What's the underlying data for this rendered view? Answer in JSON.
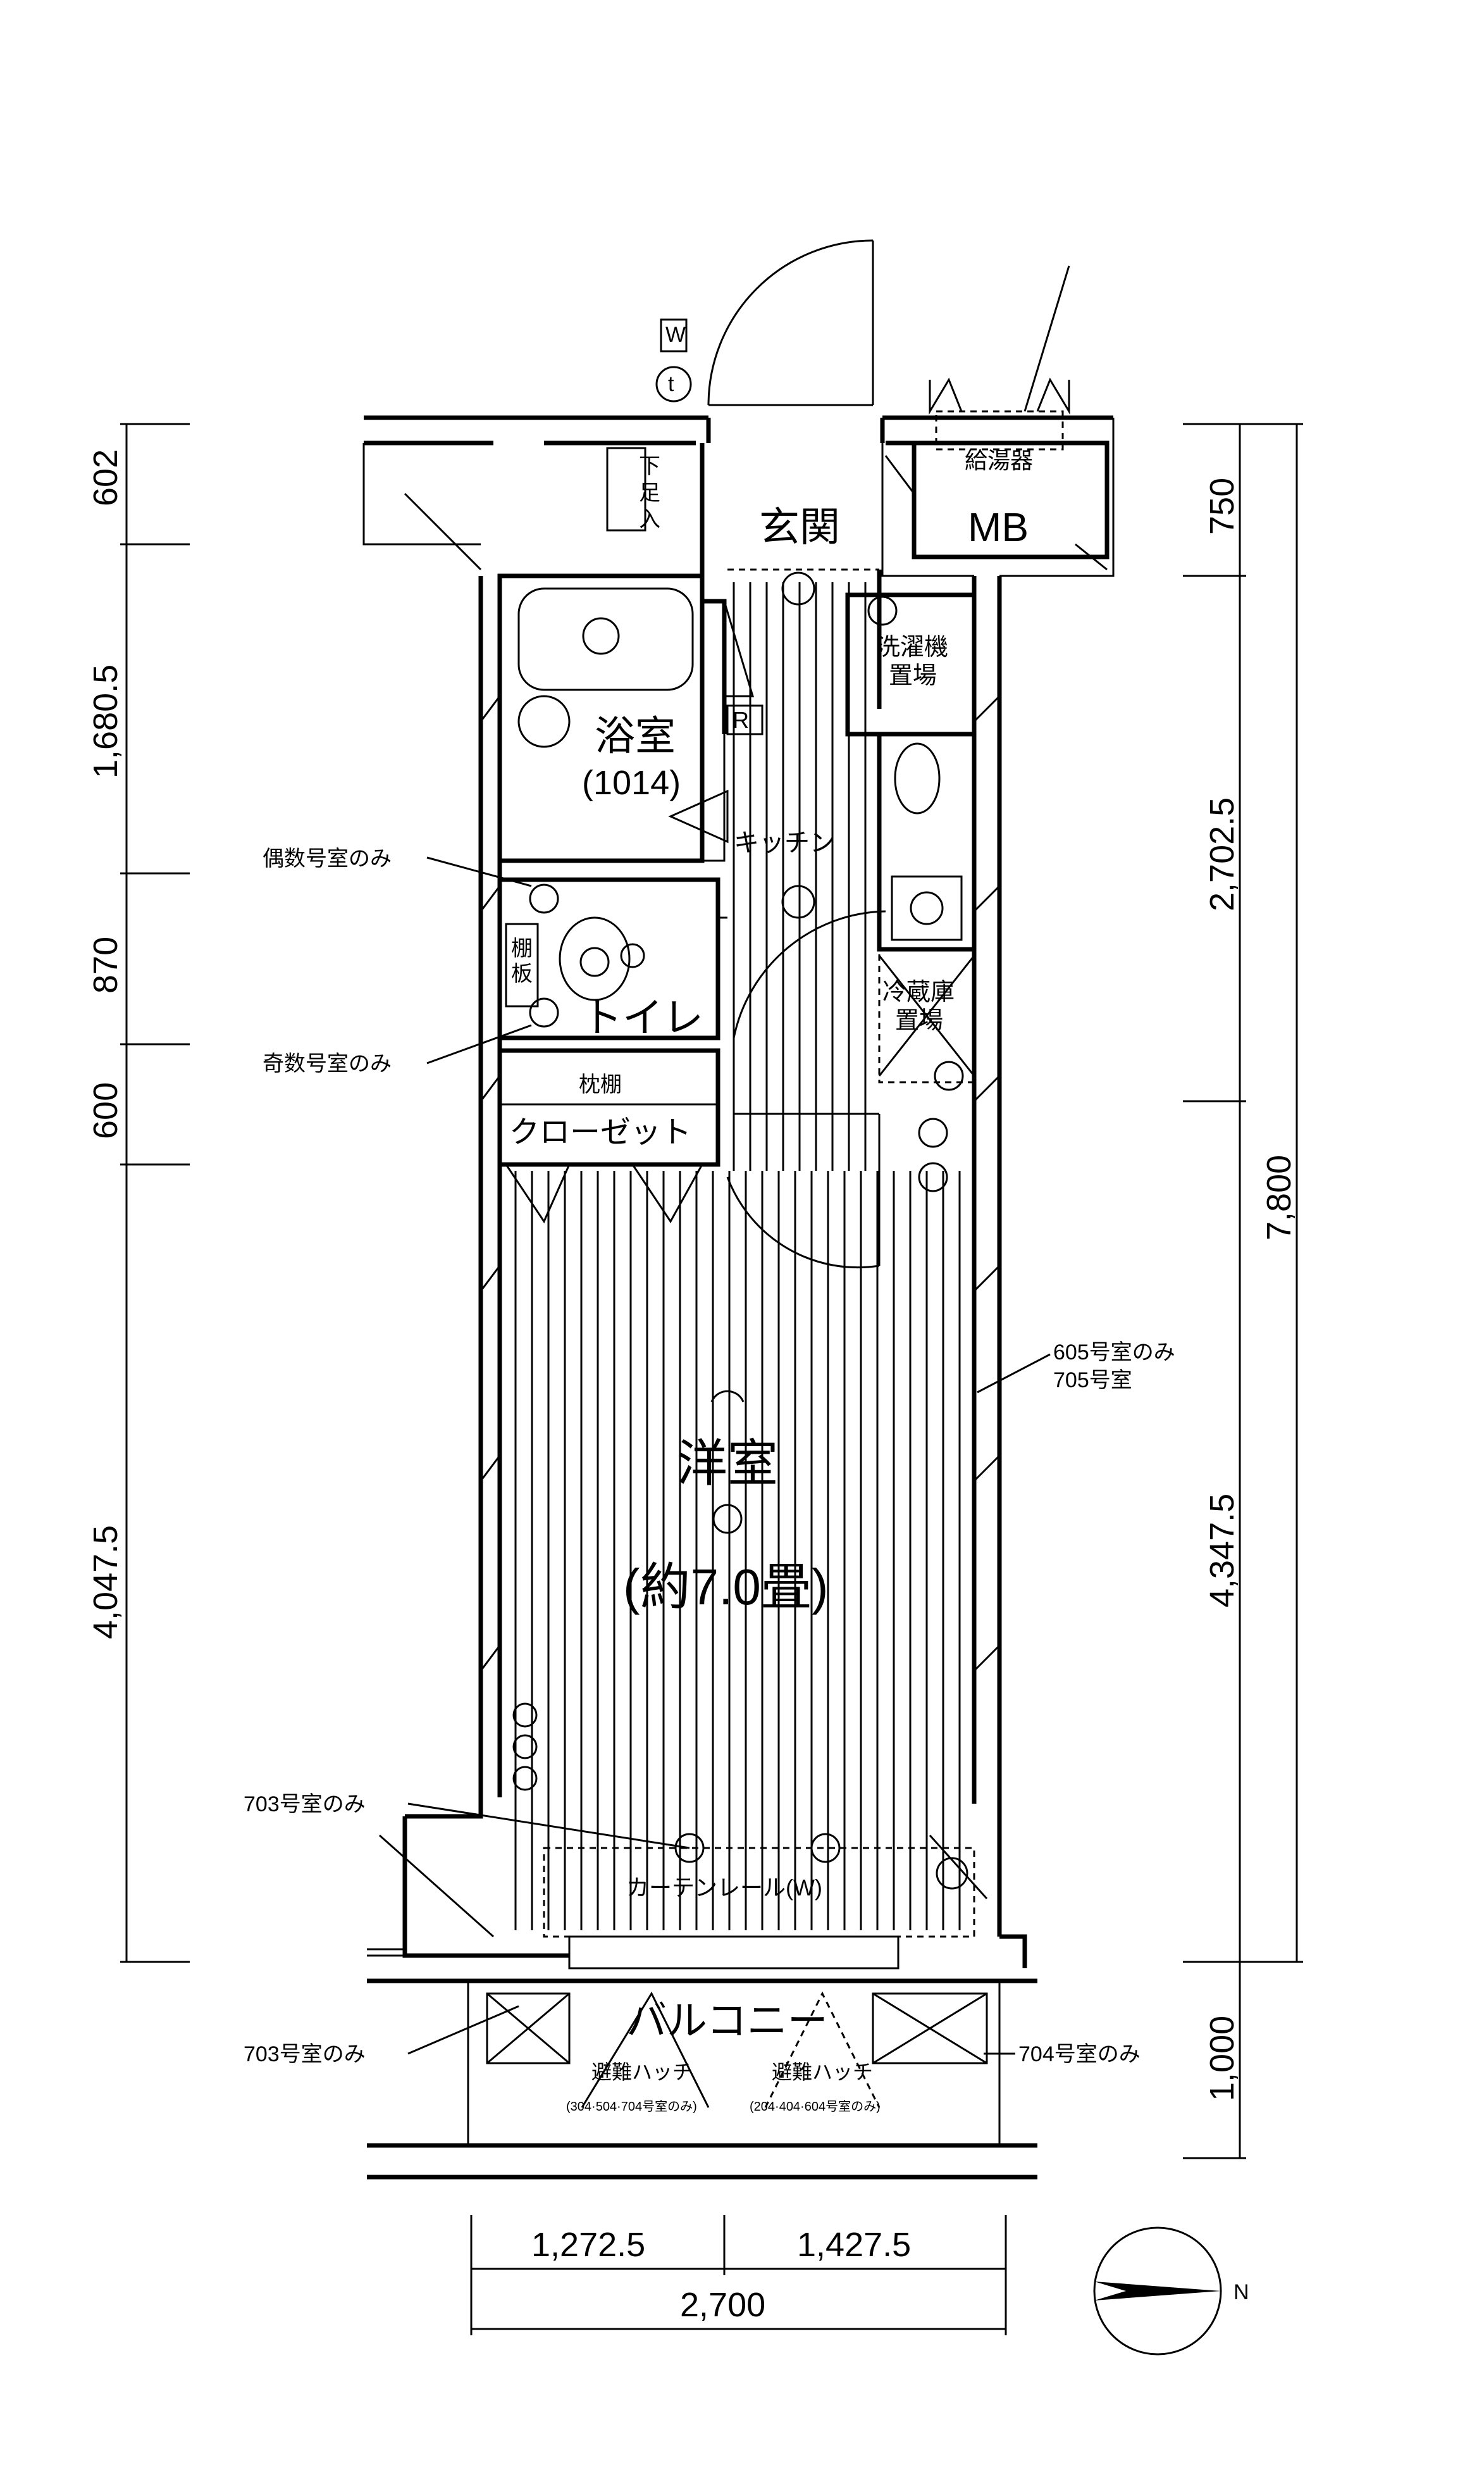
{
  "rooms": {
    "genkan": "玄関",
    "mb": "MB",
    "geta_1": "下",
    "geta_2": "足",
    "geta_3": "入",
    "bath": "浴室",
    "bath_code": "(1014)",
    "r_mark": "R",
    "kitchen": "キッチン",
    "washer_1": "洗濯機",
    "washer_2": "置場",
    "fridge_1": "冷蔵庫",
    "fridge_2": "置場",
    "toilet": "トイレ",
    "shelf_1": "棚",
    "shelf_2": "板",
    "makuradana": "枕棚",
    "closet": "クローゼット",
    "western_room": "洋室",
    "western_size": "(約7.0畳)",
    "curtain_rail": "カーテンレール(W)",
    "balcony": "バルコニー",
    "heater": "給湯器",
    "hatch_left": "避難ハッチ",
    "hatch_left_note": "(304·504·704号室のみ)",
    "hatch_right": "避難ハッチ",
    "hatch_right_note": "(204·404·604号室のみ)"
  },
  "notes": {
    "even": "偶数号室のみ",
    "odd": "奇数号室のみ",
    "r605": "605号室のみ",
    "r705": "705号室",
    "r703a": "703号室のみ",
    "r703b": "703号室のみ",
    "r704": "704号室のみ"
  },
  "symbols": {
    "w": "W",
    "t": "t",
    "north": "N"
  },
  "dims_left": [
    "602",
    "1,680.5",
    "870",
    "600",
    "4,047.5"
  ],
  "dims_right": [
    "750",
    "2,702.5",
    "7,800",
    "4,347.5",
    "1,000"
  ],
  "dims_bottom": [
    "1,272.5",
    "1,427.5",
    "2,700"
  ],
  "icons": [
    "door-swing-icon",
    "bathtub-icon",
    "toilet-icon",
    "stove-icon",
    "sink-icon",
    "outlet-icon",
    "light-icon",
    "compass-icon"
  ]
}
